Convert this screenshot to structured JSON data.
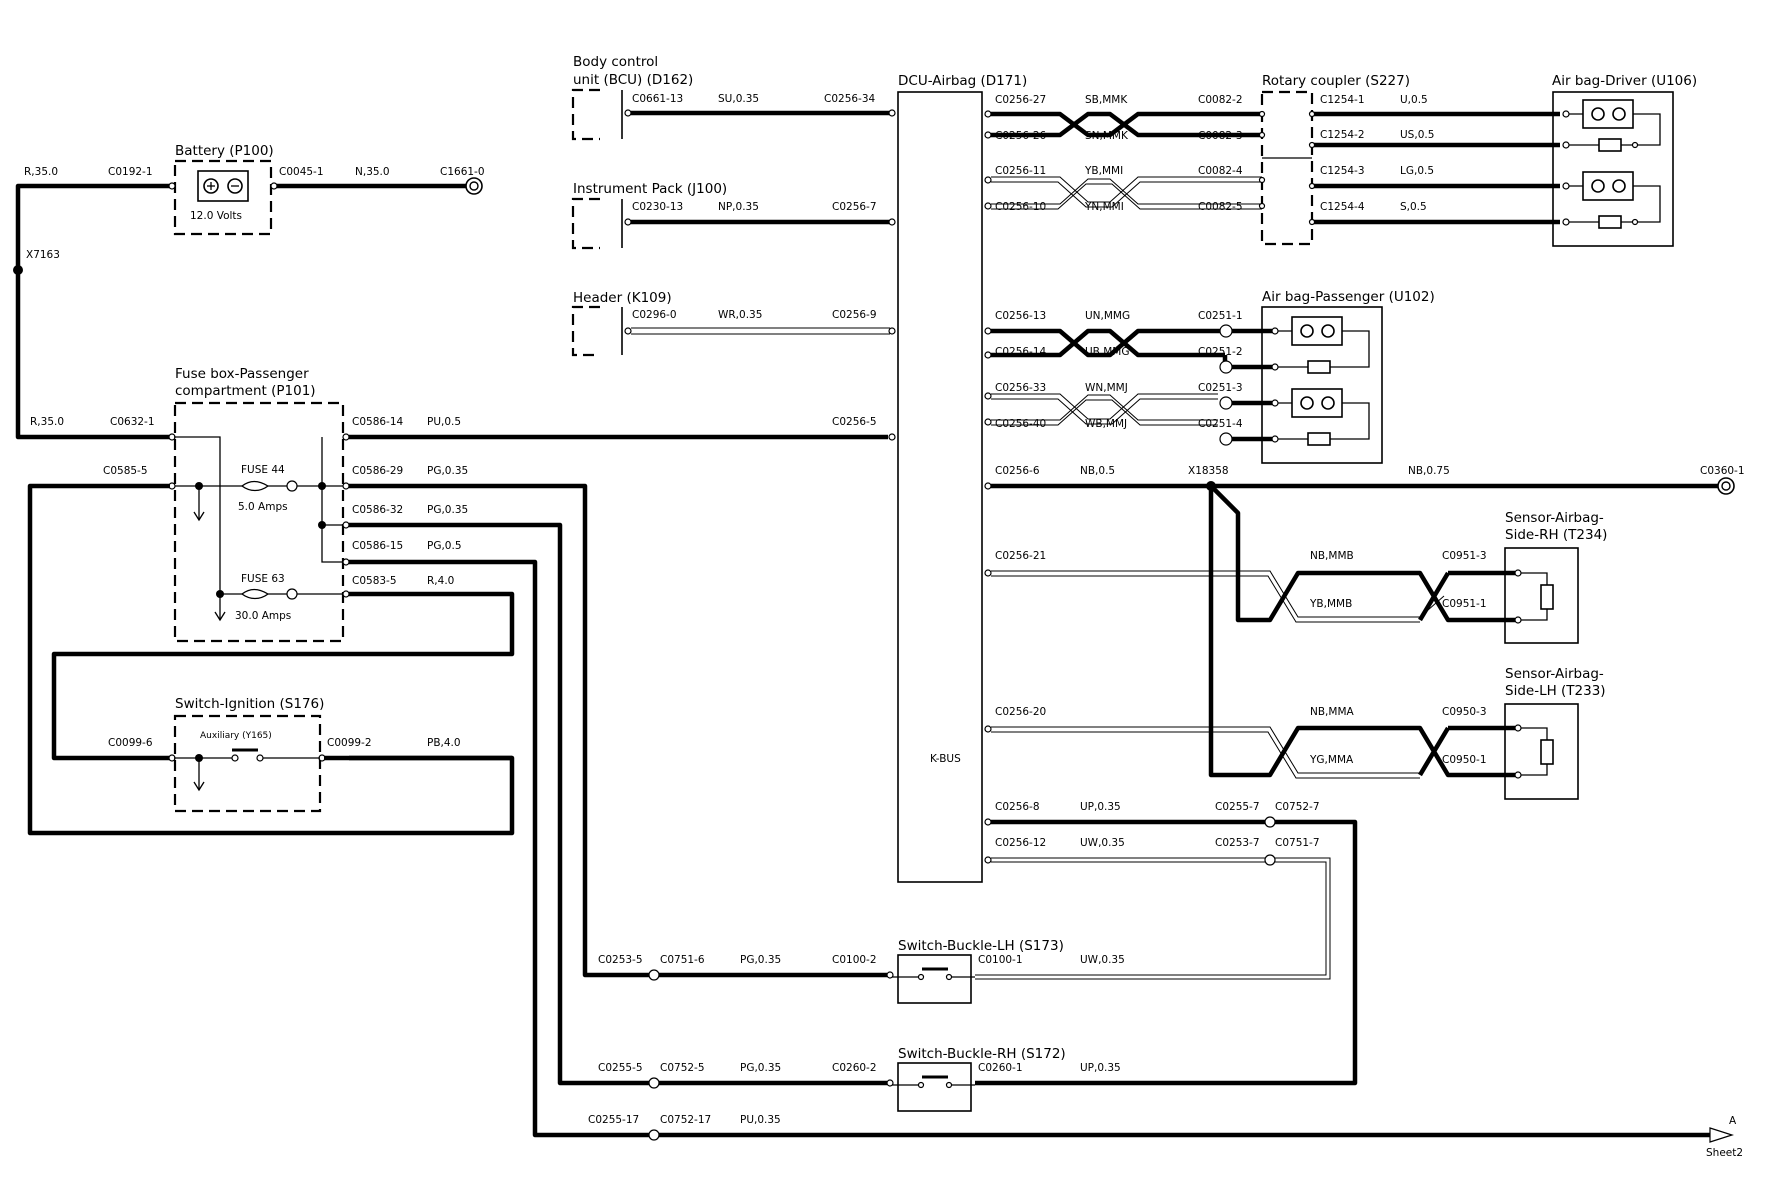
{
  "components": {
    "bcu": {
      "name": "Body control",
      "name2": "unit (BCU) (D162)"
    },
    "instrument": {
      "name": "Instrument Pack (J100)"
    },
    "header": {
      "name": "Header (K109)"
    },
    "dcu": {
      "name": "DCU-Airbag (D171)",
      "bus": "K-BUS"
    },
    "rotary": {
      "name": "Rotary coupler (S227)"
    },
    "driver": {
      "name": "Air bag-Driver (U106)"
    },
    "passenger": {
      "name": "Air bag-Passenger (U102)"
    },
    "battery": {
      "name": "Battery (P100)",
      "voltage": "12.0 Volts"
    },
    "fusebox": {
      "name": "Fuse box-Passenger",
      "name2": "compartment (P101)",
      "fuse1": "FUSE 44",
      "fuse1_rating": "5.0 Amps",
      "fuse2": "FUSE 63",
      "fuse2_rating": "30.0 Amps"
    },
    "ignition": {
      "name": "Switch-Ignition (S176)",
      "aux": "Auxiliary (Y165)"
    },
    "sensor_rh": {
      "name": "Sensor-Airbag-",
      "name2": "Side-RH (T234)"
    },
    "sensor_lh": {
      "name": "Sensor-Airbag-",
      "name2": "Side-LH (T233)"
    },
    "buckle_lh": {
      "name": "Switch-Buckle-LH (S173)"
    },
    "buckle_rh": {
      "name": "Switch-Buckle-RH (S172)"
    }
  },
  "labels": {
    "c0661_13": "C0661-13",
    "su035": "SU,0.35",
    "c0256_34": "C0256-34",
    "c0230_13": "C0230-13",
    "np035": "NP,0.35",
    "c0256_7": "C0256-7",
    "c0296_0": "C0296-0",
    "wr035": "WR,0.35",
    "c0256_9": "C0256-9",
    "c0256_27": "C0256-27",
    "sbmmk": "SB,MMK",
    "c0082_2": "C0082-2",
    "c0256_26": "C0256-26",
    "snmmk": "SN,MMK",
    "c0082_3": "C0082-3",
    "c0256_11": "C0256-11",
    "ybmmi": "YB,MMI",
    "c0082_4": "C0082-4",
    "c0256_10": "C0256-10",
    "ynmmi": "YN,MMI",
    "c0082_5": "C0082-5",
    "c1254_1": "C1254-1",
    "u05": "U,0.5",
    "c1254_2": "C1254-2",
    "us05": "US,0.5",
    "c1254_3": "C1254-3",
    "lg05": "LG,0.5",
    "c1254_4": "C1254-4",
    "s05": "S,0.5",
    "c0256_13": "C0256-13",
    "unmmg": "UN,MMG",
    "c0251_1": "C0251-1",
    "c0256_14": "C0256-14",
    "ubmmg": "UB,MMG",
    "c0251_2": "C0251-2",
    "c0256_33": "C0256-33",
    "wnmmj": "WN,MMJ",
    "c0251_3": "C0251-3",
    "c0256_40": "C0256-40",
    "wbmmj": "WB,MMJ",
    "c0251_4": "C0251-4",
    "r350a": "R,35.0",
    "c0192_1": "C0192-1",
    "c0045_1": "C0045-1",
    "n350": "N,35.0",
    "c1661_0": "C1661-0",
    "x7163": "X7163",
    "r350b": "R,35.0",
    "c0632_1": "C0632-1",
    "c0586_14": "C0586-14",
    "pu05": "PU,0.5",
    "c0256_5": "C0256-5",
    "c0585_5": "C0585-5",
    "c0586_29": "C0586-29",
    "pg035a": "PG,0.35",
    "c0586_32": "C0586-32",
    "pg035b": "PG,0.35",
    "c0586_15": "C0586-15",
    "pg05": "PG,0.5",
    "c0583_5": "C0583-5",
    "r40": "R,4.0",
    "c0099_6": "C0099-6",
    "c0099_2": "C0099-2",
    "pb40": "PB,4.0",
    "c0256_6": "C0256-6",
    "nb05": "NB,0.5",
    "x18358": "X18358",
    "nb075": "NB,0.75",
    "c0360_1": "C0360-1",
    "c0256_21": "C0256-21",
    "nbmmb": "NB,MMB",
    "ybmmb": "YB,MMB",
    "c0951_3": "C0951-3",
    "c0951_1": "C0951-1",
    "c0256_20": "C0256-20",
    "nbmma": "NB,MMA",
    "ygmma": "YG,MMA",
    "c0950_3": "C0950-3",
    "c0950_1": "C0950-1",
    "c0256_8": "C0256-8",
    "up035a": "UP,0.35",
    "c0255_7": "C0255-7",
    "c0752_7": "C0752-7",
    "c0256_12": "C0256-12",
    "uw035a": "UW,0.35",
    "c0253_7": "C0253-7",
    "c0751_7": "C0751-7",
    "c0253_5": "C0253-5",
    "c0751_6": "C0751-6",
    "pg035c": "PG,0.35",
    "c0100_2": "C0100-2",
    "c0100_1": "C0100-1",
    "uw035b": "UW,0.35",
    "c0255_5": "C0255-5",
    "c0752_5": "C0752-5",
    "pg035d": "PG,0.35",
    "c0260_2": "C0260-2",
    "c0260_1": "C0260-1",
    "up035b": "UP,0.35",
    "c0255_17": "C0255-17",
    "c0752_17": "C0752-17",
    "pu035": "PU,0.35",
    "sheet_a": "A",
    "sheet2": "Sheet2"
  }
}
